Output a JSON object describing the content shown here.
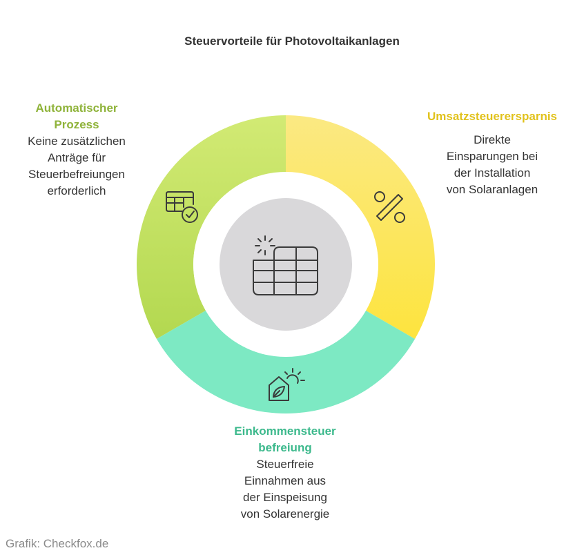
{
  "title": "Steuervorteile für Photovoltaikanlagen",
  "segments": {
    "left": {
      "heading": "Automatischer Prozess",
      "heading_lines": [
        "Automatischer",
        "Prozess"
      ],
      "text_lines": [
        "Keine zusätzlichen",
        "Anträge für",
        "Steuerbefreiungen",
        "erforderlich"
      ],
      "color": "#cde66c",
      "icon": "spreadsheet-check-icon"
    },
    "right": {
      "heading": "Umsatzsteuerersparnis",
      "text_lines": [
        "Direkte",
        "Einsparungen bei",
        "der Installation",
        "von Solaranlagen"
      ],
      "color": "#fbe36e",
      "icon": "percent-icon"
    },
    "bottom": {
      "heading": "Einkommensteuer befreiung",
      "heading_lines": [
        "Einkommensteuer",
        "befreiung"
      ],
      "text_lines": [
        "Steuerfreie",
        "Einnahmen aus",
        "der Einspeisung",
        "von Solarenergie"
      ],
      "color": "#7de9c3",
      "icon": "eco-house-sun-icon"
    }
  },
  "center": {
    "icon": "solar-panel-sun-icon",
    "color": "#d9d8da"
  },
  "credit": "Grafik: Checkfox.de"
}
